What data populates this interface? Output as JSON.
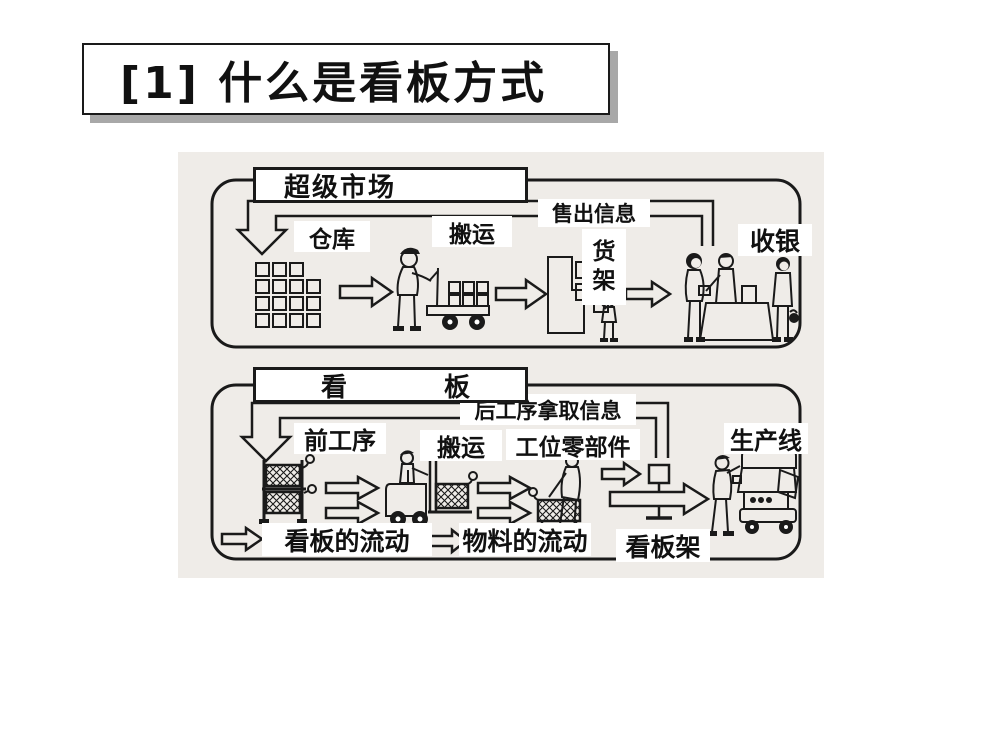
{
  "slide": {
    "title": "[1] 什么是看板方式"
  },
  "supermarket_panel": {
    "title": "超级市场",
    "labels": {
      "warehouse": "仓库",
      "transport": "搬运",
      "sales_info": "售出信息",
      "shelf_char1": "货",
      "shelf_char2": "架",
      "cashier": "收银"
    }
  },
  "kanban_panel": {
    "title_char1": "看",
    "title_char2": "板",
    "labels": {
      "take_info": "后工序拿取信息",
      "previous_process": "前工序",
      "transport": "搬运",
      "station_parts": "工位零部件",
      "production_line": "生产线",
      "kanban_flow": "看板的流动",
      "material_flow": "物料的流动",
      "kanban_rack": "看板架"
    }
  },
  "icons": {
    "flow_arrow": "hollow-right-arrow",
    "info_channel": "hollow-elbow-down-arrow",
    "warehouse": "stacked-boxes-grid",
    "cart_worker": "worker-pushing-cart",
    "shelf": "store-shelf-with-customer",
    "cashier_scene": "checkout-counter-people",
    "kanban_rack": "hatched-parts-rack-with-kanban-tags",
    "forklift": "forklift-with-pallet",
    "workstation": "worker-at-parts-cart",
    "kanban_post": "kanban-post-stand",
    "production_line": "worker-assembling-car"
  },
  "colors": {
    "ink": "#1a1a1a",
    "paper": "#efece8",
    "label_bg": "#ffffff",
    "title_shadow": "#a8a8a8"
  }
}
